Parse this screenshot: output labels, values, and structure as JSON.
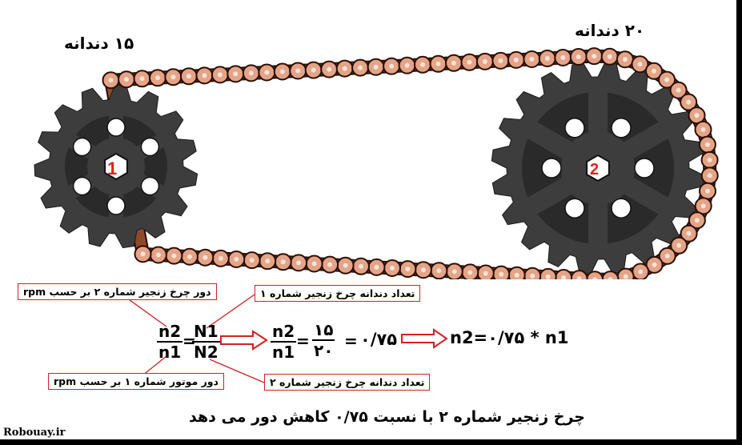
{
  "labels": {
    "teeth_15": "۱۵ دندانه",
    "teeth_20": "۲۰ دندانه",
    "gear1_num": "1",
    "gear2_num": "2"
  },
  "boxes": {
    "rpm_gear2": "دور چرخ زنجیر شماره ۲ بر حسب rpm",
    "teeth_gear1": "تعداد دندانه چرخ زنجیر شماره ۱",
    "rpm_motor": "دور موتور شماره ۱ بر حسب rpm",
    "teeth_gear2": "تعداد دندانه چرخ زنجیر شماره ۲"
  },
  "formula": {
    "f1_num": "n2",
    "f1_den": "n1",
    "eq1": "=",
    "f2_num": "N1",
    "f2_den": "N2",
    "f3_num": "n2",
    "f3_den": "n1",
    "eq2": "=",
    "f4_num": "۱۵",
    "f4_den": "۲۰",
    "eq3": "=",
    "ratio": "۰/۷۵",
    "result": "n2=۰/۷۵ * n1"
  },
  "caption": "چرخ زنجیر شماره ۲ با نسبت ۰/۷۵ کاهش دور می دهد",
  "site": "Robouay.ir",
  "colors": {
    "chain_link": "#e3a487",
    "chain_outline": "#2a0d02",
    "chain_plate": "#8f4a2a",
    "sprocket": "#3d3d3d",
    "sprocket_dark": "#222222",
    "hole": "#ffffff",
    "gear_number": "#e0201e",
    "annotation_line": "#d42020",
    "arrow": "#d42020"
  }
}
